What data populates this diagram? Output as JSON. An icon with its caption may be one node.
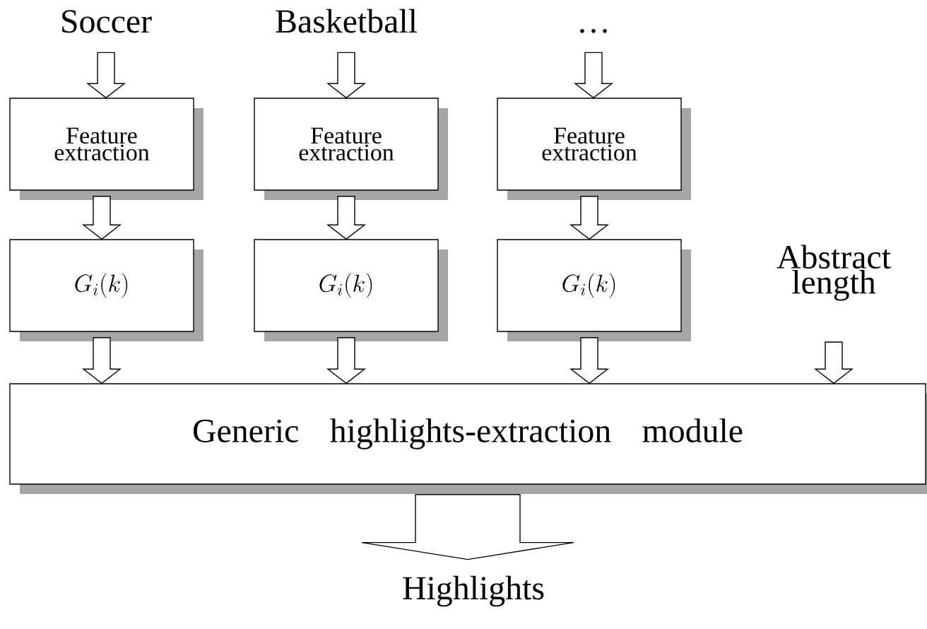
{
  "diagram": {
    "nodes": [
      {
        "text": [
          "Soccer"
        ]
      },
      {
        "text": [
          "Basketball"
        ]
      },
      {
        "text": [
          "…"
        ]
      },
      {
        "text": [
          "Feature extraction"
        ]
      },
      {
        "text": [
          "Feature extraction"
        ]
      },
      {
        "text": [
          "Feature extraction"
        ]
      },
      {
        "text": [
          "G_i(k)"
        ]
      },
      {
        "text": [
          "G_i(k)"
        ]
      },
      {
        "text": [
          "G_i(k)"
        ]
      },
      {
        "text": [
          "Abstract length"
        ]
      },
      {
        "text": [
          "Generic highlights-extraction module"
        ]
      },
      {
        "text": [
          "Highlights"
        ]
      }
    ],
    "edges": [
      {
        "from": 0,
        "to": 3,
        "arrow": "to"
      },
      {
        "from": 1,
        "to": 4,
        "arrow": "to"
      },
      {
        "from": 2,
        "to": 5,
        "arrow": "to"
      },
      {
        "from": 3,
        "to": 6,
        "arrow": "to"
      },
      {
        "from": 4,
        "to": 7,
        "arrow": "to"
      },
      {
        "from": 5,
        "to": 8,
        "arrow": "to"
      },
      {
        "from": 6,
        "to": 10,
        "arrow": "to"
      },
      {
        "from": 7,
        "to": 10,
        "arrow": "to"
      },
      {
        "from": 8,
        "to": 10,
        "arrow": "to"
      },
      {
        "from": 9,
        "to": 10,
        "arrow": "to"
      },
      {
        "from": 10,
        "to": 11,
        "arrow": "to",
        "style": "thick"
      }
    ]
  }
}
